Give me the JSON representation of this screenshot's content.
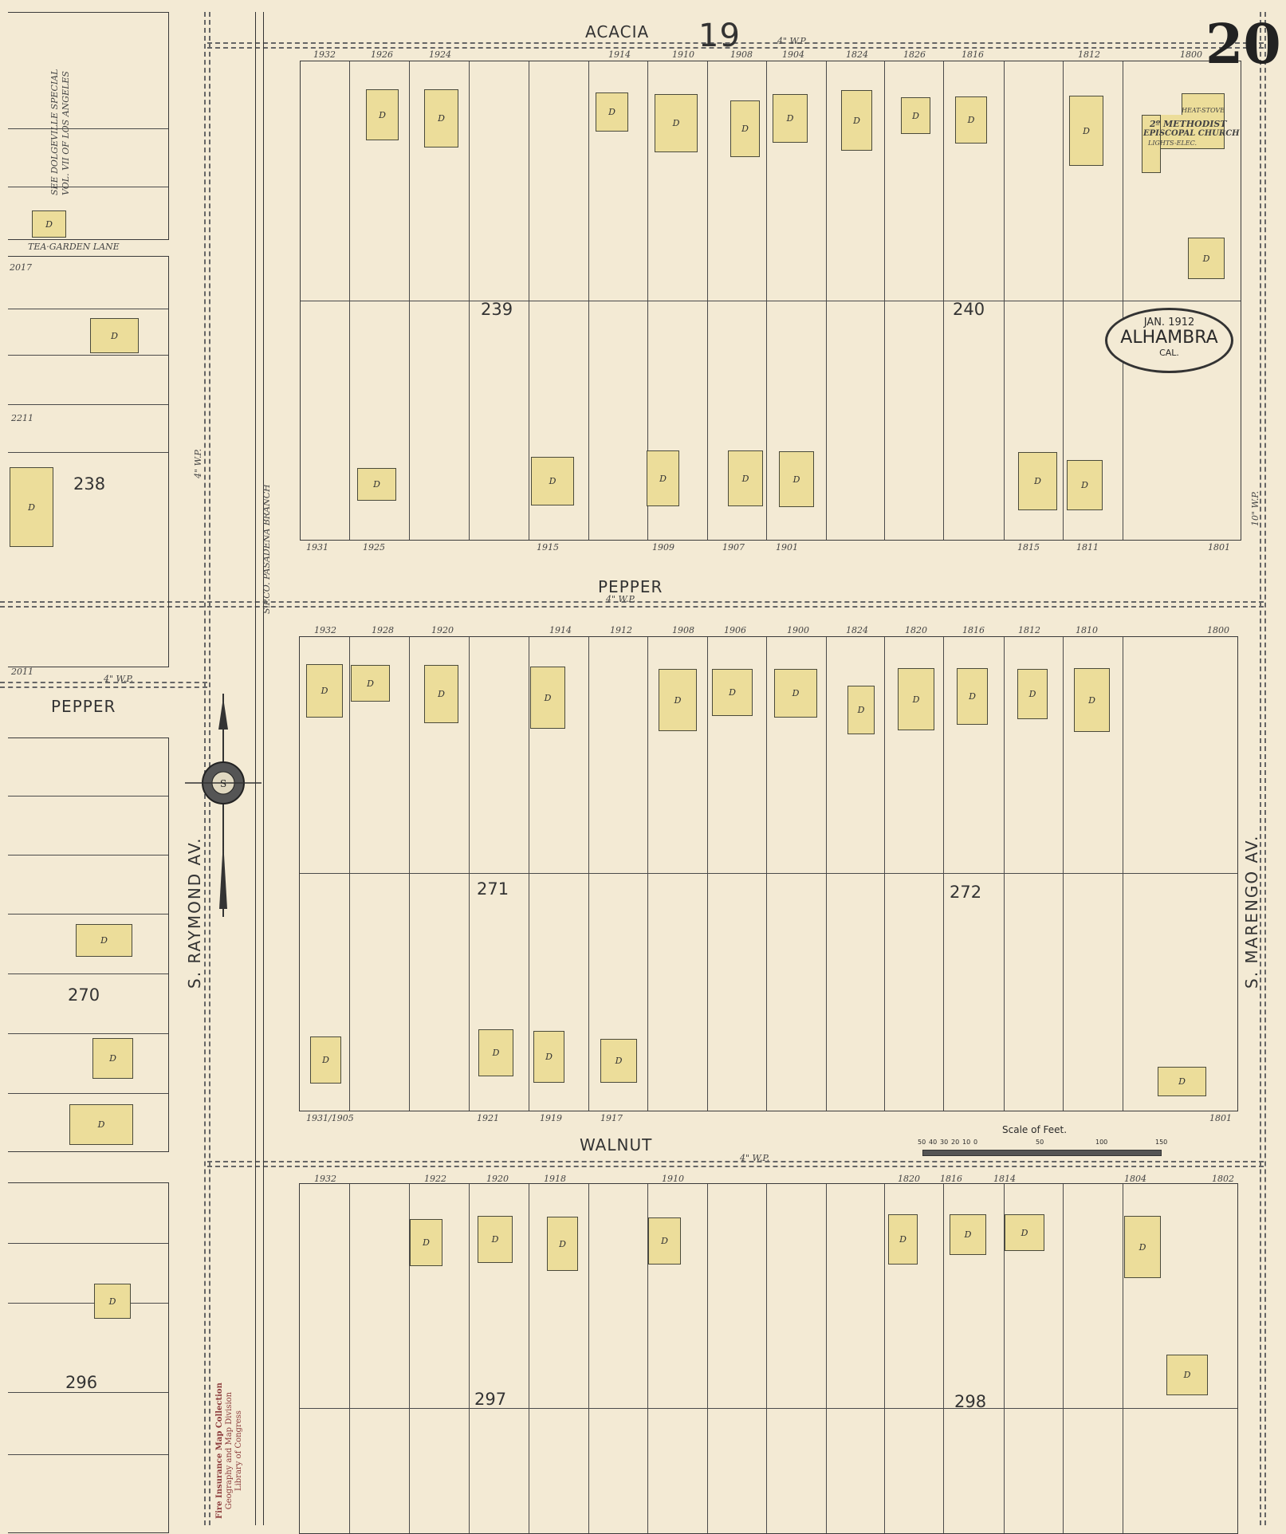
{
  "sheet": {
    "number": "20",
    "adjacent_sheet": "19"
  },
  "cartouche": {
    "date": "JAN. 1912",
    "city": "ALHAMBRA",
    "state": "CAL."
  },
  "streets": {
    "acacia": "ACACIA",
    "pepper_main": "PEPPER",
    "pepper_left": "PEPPER",
    "walnut": "WALNUT",
    "raymond": "S.  RAYMOND   AV.",
    "marengo": "S.  MARENGO   AV.",
    "tea_garden": "TEA·GARDEN      LANE",
    "water_pipe": "4\" W.P.",
    "water_pipe_marengo": "10\" W.P."
  },
  "blocks": {
    "b238": "238",
    "b239": "239",
    "b240": "240",
    "b270": "270",
    "b271": "271",
    "b272": "272",
    "b296": "296",
    "b297": "297",
    "b298": "298"
  },
  "house_numbers": {
    "acacia_side": [
      "1932",
      "1926",
      "1924",
      "1914",
      "1910",
      "1908",
      "1904",
      "1824",
      "1826",
      "1816",
      "1812",
      "1800"
    ],
    "pepper_north": [
      "1931",
      "1925",
      "1915",
      "1909",
      "1907",
      "1901",
      "1815",
      "1811",
      "1801"
    ],
    "pepper_south": [
      "1932",
      "1928",
      "1920",
      "1914",
      "1912",
      "1908",
      "1906",
      "1900",
      "1824",
      "1820",
      "1816",
      "1812",
      "1810",
      "1800"
    ],
    "walnut_north": [
      "1931/1905",
      "1921",
      "1919",
      "1917",
      "1801"
    ],
    "walnut_south": [
      "1932",
      "1922",
      "1920",
      "1918",
      "1910",
      "1820",
      "1816",
      "1814",
      "1804",
      "1802"
    ],
    "left": [
      "2017",
      "2011",
      "2211"
    ]
  },
  "church": {
    "name1": "2º METHODIST",
    "name2": "EPISCOPAL CHURCH",
    "lights": "LIGHTS-ELEC.",
    "heat": "HEAT-STOVE"
  },
  "notes": {
    "dolgeville": "SEE DOLGEVILLE SPECIAL",
    "dolgeville2": "VOL. VII OF LOS ANGELES",
    "railroad": "S.P.CO. PASADENA BRANCH"
  },
  "dwelling_label": "D",
  "scale": {
    "title": "Scale of Feet.",
    "ticks": [
      "50",
      "40",
      "30",
      "20",
      "10",
      "0",
      "50",
      "100",
      "150"
    ]
  },
  "stamp": {
    "line1": "Fire Insurance Map Collection",
    "line2": "Geography and Map Division",
    "line3": "Library of Congress"
  },
  "colors": {
    "paper": "#f3ead4",
    "frame_dwelling": "#ecdd9a",
    "ink": "#2a2a2a",
    "stamp": "#8b3a3a"
  }
}
